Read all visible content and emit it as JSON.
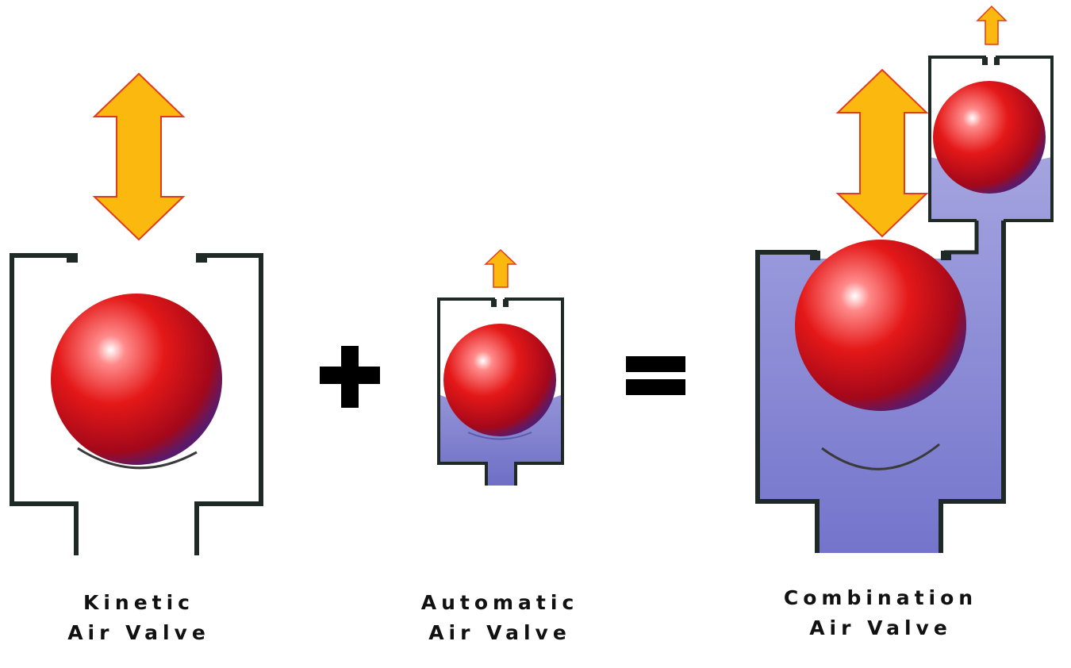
{
  "valves": {
    "kinetic": {
      "line1": "Kinetic",
      "line2": "Air Valve"
    },
    "automatic": {
      "line1": "Automatic",
      "line2": "Air Valve"
    },
    "combination": {
      "line1": "Combination",
      "line2": "Air Valve"
    }
  },
  "colors": {
    "background": "#ffffff",
    "outline": "#1f2a26",
    "water": "#8c8cd6",
    "ball": "#e01818",
    "arrow_fill": "#fbb910",
    "arrow_stroke": "#e23a1a",
    "operator": "#000000"
  },
  "icons": [
    "double-arrow-icon",
    "up-arrow-icon",
    "plus-icon",
    "equals-icon",
    "float-ball-icon"
  ]
}
